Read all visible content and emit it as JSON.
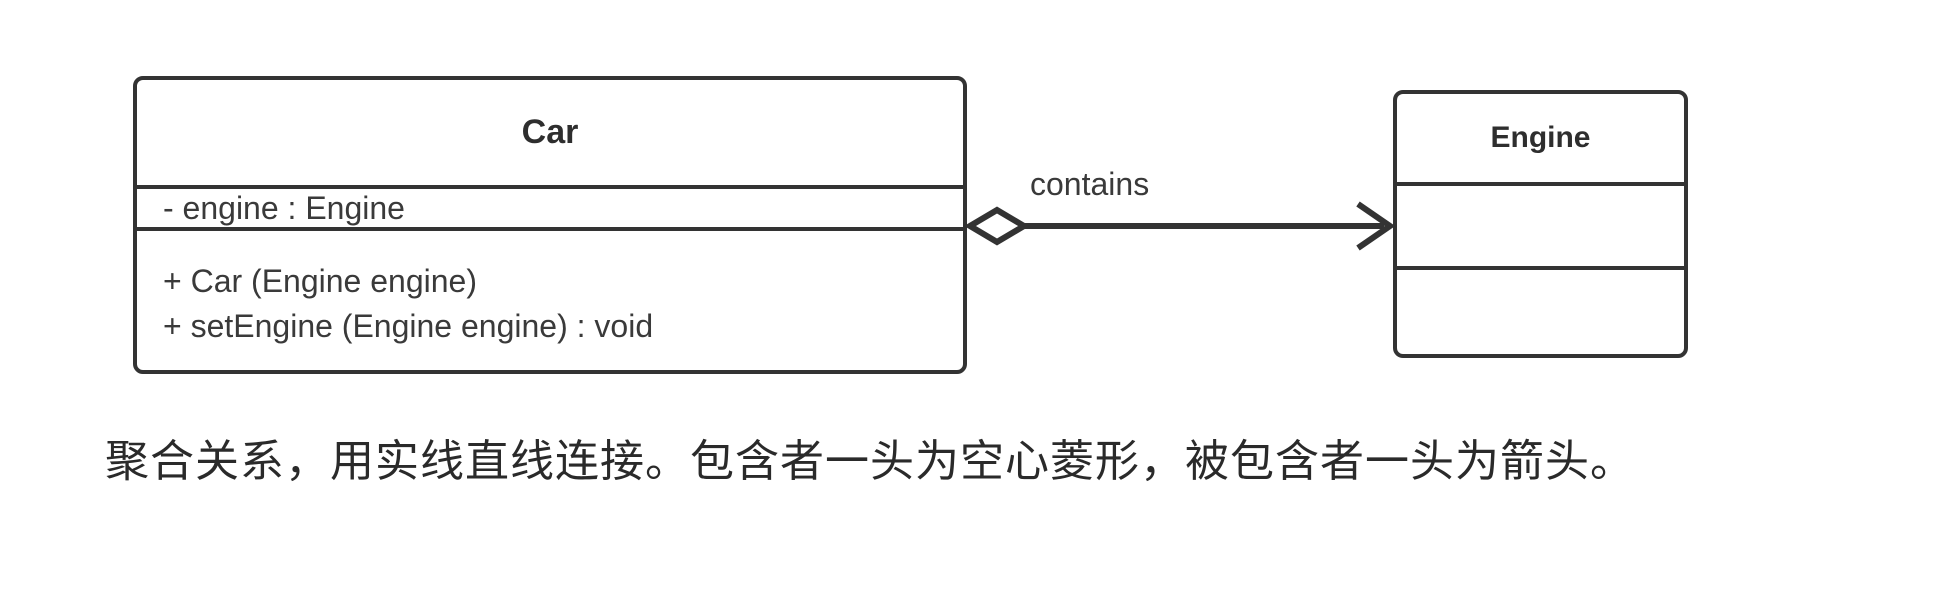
{
  "diagram": {
    "type": "uml-class-diagram",
    "relationship": "aggregation",
    "stroke_color": "#333333",
    "background_color": "#ffffff",
    "classes": [
      {
        "name": "Car",
        "attributes": [
          "- engine : Engine"
        ],
        "methods": [
          "+ Car (Engine engine)",
          "+ setEngine (Engine engine) : void"
        ]
      },
      {
        "name": "Engine",
        "attributes": [],
        "methods": []
      }
    ],
    "association": {
      "label": "contains",
      "source_end": "hollow-diamond",
      "target_end": "open-arrow",
      "line_style": "solid"
    }
  },
  "caption": {
    "text": "聚合关系，用实线直线连接。包含者一头为空心菱形，被包含者一头为箭头。"
  }
}
